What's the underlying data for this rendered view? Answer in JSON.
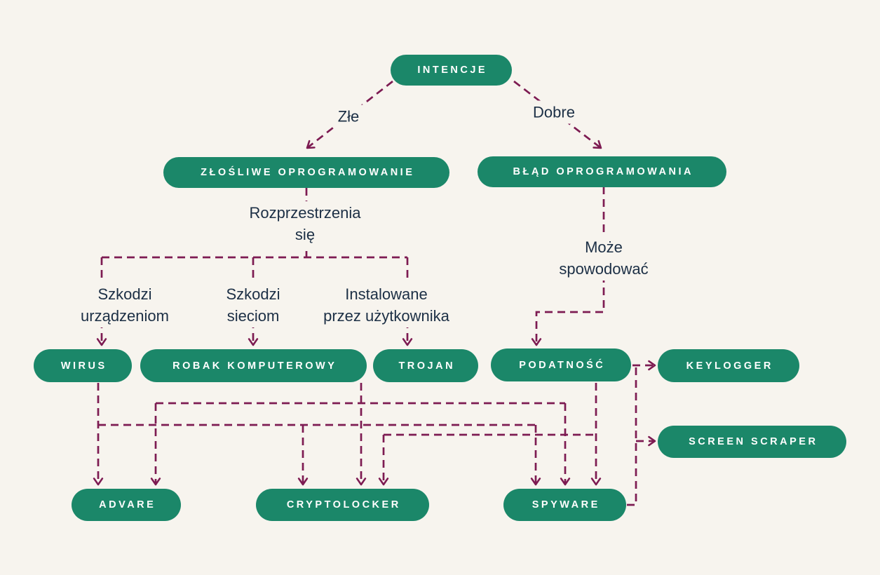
{
  "diagram": {
    "language": "Polish",
    "topic": "Klasyfikacja złośliwego oprogramowania / intencje"
  },
  "colors": {
    "background": "#f7f4ee",
    "node_fill": "#1b8769",
    "node_text": "#ffffff",
    "edge_line": "#7d1b52",
    "edge_label_text": "#1c2f45"
  },
  "nodes": {
    "intencje": "INTENCJE",
    "zlosliwe": "ZŁOŚLIWE OPROGRAMOWANIE",
    "blad": "BŁĄD OPROGRAMOWANIA",
    "wirus": "WIRUS",
    "robak": "ROBAK KOMPUTEROWY",
    "trojan": "TROJAN",
    "podatnosc": "PODATNOŚĆ",
    "keylogger": "KEYLOGGER",
    "screen_scraper": "SCREEN SCRAPER",
    "advare": "ADVARE",
    "cryptolocker": "CRYPTOLOCKER",
    "spyware": "SPYWARE"
  },
  "edge_labels": {
    "zle": "Złe",
    "dobre": "Dobre",
    "rozprzestrzenia": "Rozprzestrzenia\nsię",
    "szkodzi_urzadzeniom": "Szkodzi\nurządzeniom",
    "szkodzi_sieciom": "Szkodzi\nsieciom",
    "instalowane": "Instalowane\nprzez użytkownika",
    "moze_spowodowac": "Może\nspowodować"
  }
}
